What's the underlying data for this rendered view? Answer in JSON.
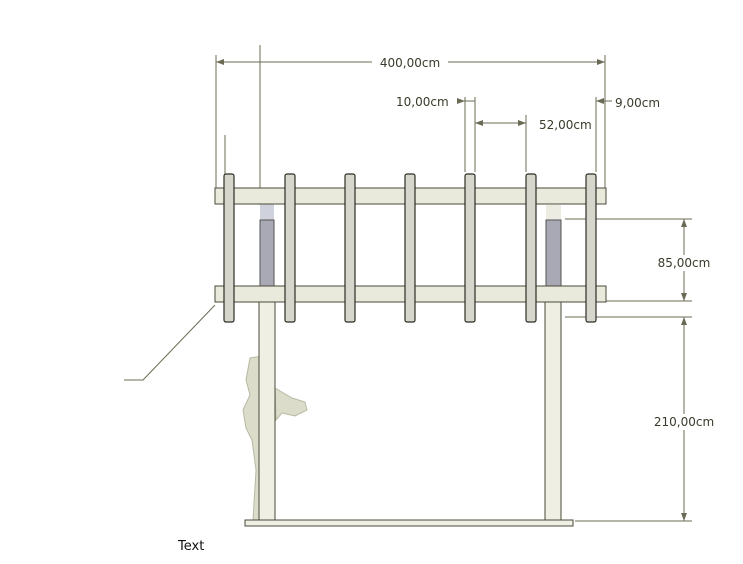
{
  "dimensions": {
    "total_width": "400,00cm",
    "slat_width": "10,00cm",
    "slat_spacing": "52,00cm",
    "end_offset": "9,00cm",
    "beam_height": "85,00cm",
    "post_height": "210,00cm"
  },
  "annotation": {
    "label": "Text"
  },
  "colors": {
    "dim_line": "#6b6b55",
    "wood": "#e9e9dc",
    "slat": "#d6d6cc",
    "glass": "#a8a9b4",
    "figure": "#dcdccb"
  }
}
